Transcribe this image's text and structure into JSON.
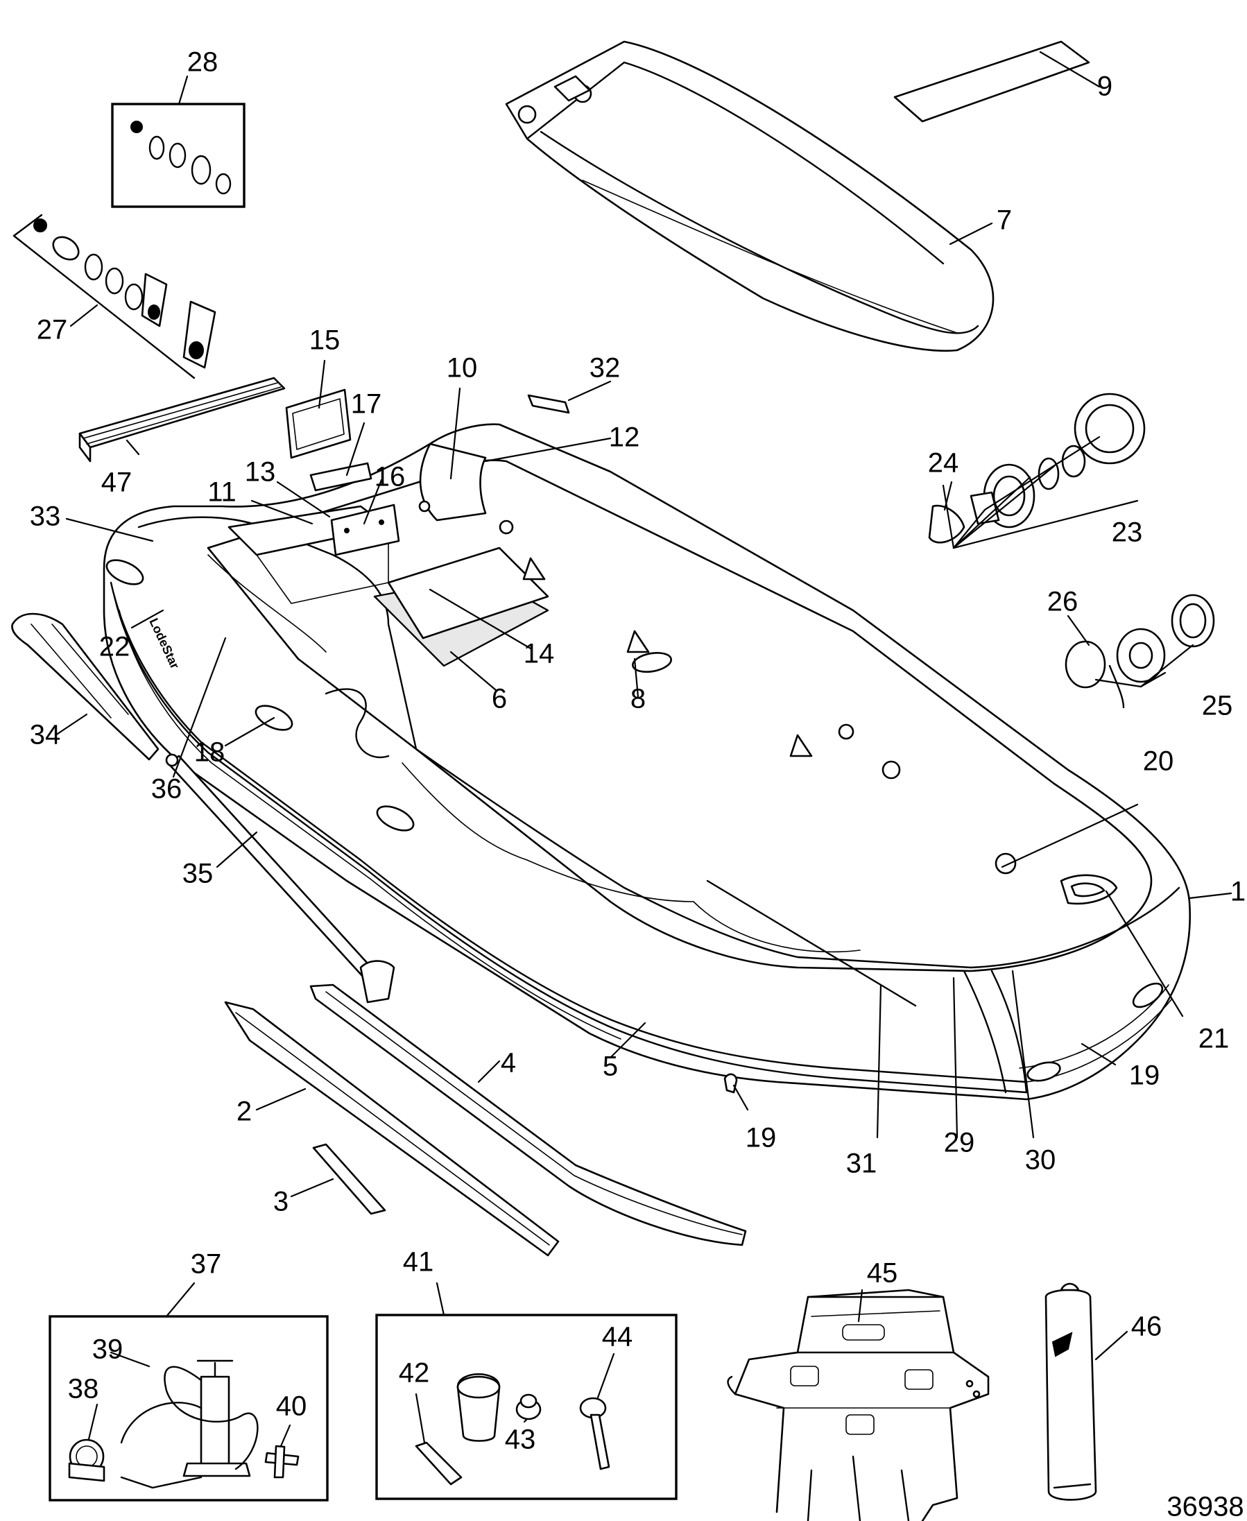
{
  "figure_number": "36938",
  "brand_marking": "LodeStar",
  "callouts": [
    {
      "id": "p1",
      "label": "1"
    },
    {
      "id": "p2",
      "label": "2"
    },
    {
      "id": "p3",
      "label": "3"
    },
    {
      "id": "p4",
      "label": "4"
    },
    {
      "id": "p5",
      "label": "5"
    },
    {
      "id": "p6",
      "label": "6"
    },
    {
      "id": "p7",
      "label": "7"
    },
    {
      "id": "p8",
      "label": "8"
    },
    {
      "id": "p9",
      "label": "9"
    },
    {
      "id": "p10",
      "label": "10"
    },
    {
      "id": "p11",
      "label": "11"
    },
    {
      "id": "p12",
      "label": "12"
    },
    {
      "id": "p13",
      "label": "13"
    },
    {
      "id": "p14",
      "label": "14"
    },
    {
      "id": "p15",
      "label": "15"
    },
    {
      "id": "p16",
      "label": "16"
    },
    {
      "id": "p17",
      "label": "17"
    },
    {
      "id": "p18",
      "label": "18"
    },
    {
      "id": "p19a",
      "label": "19"
    },
    {
      "id": "p19b",
      "label": "19"
    },
    {
      "id": "p20",
      "label": "20"
    },
    {
      "id": "p21",
      "label": "21"
    },
    {
      "id": "p22",
      "label": "22"
    },
    {
      "id": "p23",
      "label": "23"
    },
    {
      "id": "p24",
      "label": "24"
    },
    {
      "id": "p25",
      "label": "25"
    },
    {
      "id": "p26",
      "label": "26"
    },
    {
      "id": "p27",
      "label": "27"
    },
    {
      "id": "p28",
      "label": "28"
    },
    {
      "id": "p29",
      "label": "29"
    },
    {
      "id": "p30",
      "label": "30"
    },
    {
      "id": "p31",
      "label": "31"
    },
    {
      "id": "p32",
      "label": "32"
    },
    {
      "id": "p33",
      "label": "33"
    },
    {
      "id": "p34",
      "label": "34"
    },
    {
      "id": "p35",
      "label": "35"
    },
    {
      "id": "p36",
      "label": "36"
    },
    {
      "id": "p37",
      "label": "37"
    },
    {
      "id": "p38",
      "label": "38"
    },
    {
      "id": "p39",
      "label": "39"
    },
    {
      "id": "p40",
      "label": "40"
    },
    {
      "id": "p41",
      "label": "41"
    },
    {
      "id": "p42",
      "label": "42"
    },
    {
      "id": "p43",
      "label": "43"
    },
    {
      "id": "p44",
      "label": "44"
    },
    {
      "id": "p45",
      "label": "45"
    },
    {
      "id": "p46",
      "label": "46"
    },
    {
      "id": "p47",
      "label": "47"
    }
  ]
}
